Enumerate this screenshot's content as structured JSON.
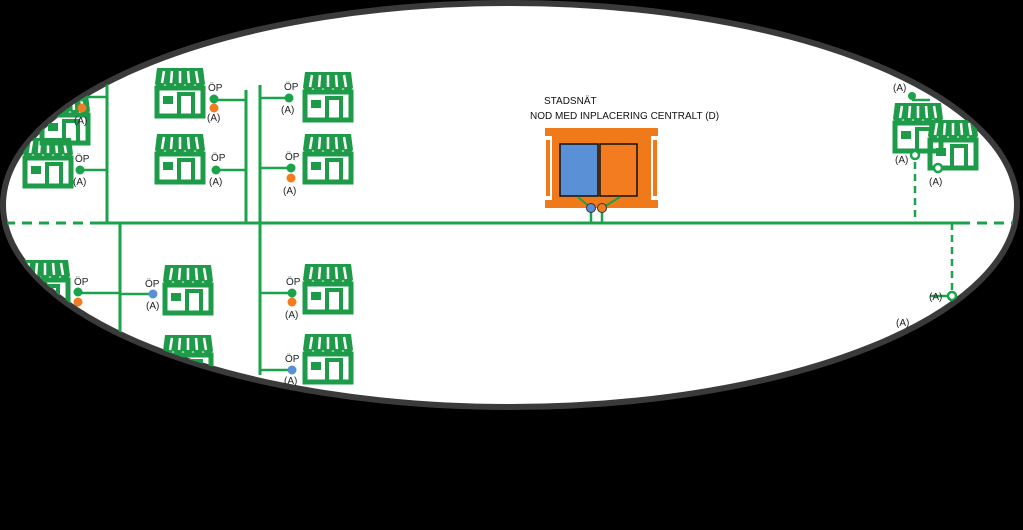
{
  "title_line1": "STADSNÄT",
  "title_line2": "NOD  MED INPLACERING CENTRALT (D)",
  "op_label": "ÖP",
  "a_label": "(A)",
  "colors": {
    "background": "#000000",
    "ellipse_fill": "#ffffff",
    "ellipse_stroke": "#333333",
    "network_green": "#1aa34a",
    "shop_green": "#1e9b48",
    "orange": "#f07a1a",
    "blue": "#5b8fd6",
    "node_orange": "#f47c20",
    "node_blue": "#5a90d6"
  },
  "icons": [
    "shop-icon",
    "connection-point-icon",
    "node-cabinet-icon"
  ]
}
